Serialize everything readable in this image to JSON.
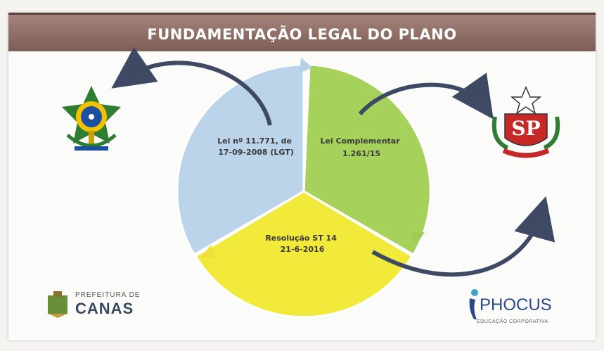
{
  "slide": {
    "title": "FUNDAMENTAÇÃO LEGAL DO PLANO"
  },
  "diagram": {
    "segments": [
      {
        "label_lines": [
          "Lei nº 11.771, de",
          "17-09-2008 (LGT)"
        ],
        "color": "#bcd4ea"
      },
      {
        "label_lines": [
          "Lei Complementar",
          "1.261/15"
        ],
        "color": "#a6d15a"
      },
      {
        "label_lines": [
          "Resolução ST 14",
          "21-6-2016"
        ],
        "color": "#f2ea3a"
      }
    ],
    "arrow_color": "#3e4a63"
  },
  "logos": {
    "canas_top": "PREFEITURA DE",
    "canas_name": "CANAS",
    "phocus_name": "PHOCUS",
    "phocus_sub": "EDUCAÇÃO CORPORATIVA",
    "sp_letters": "SP"
  }
}
